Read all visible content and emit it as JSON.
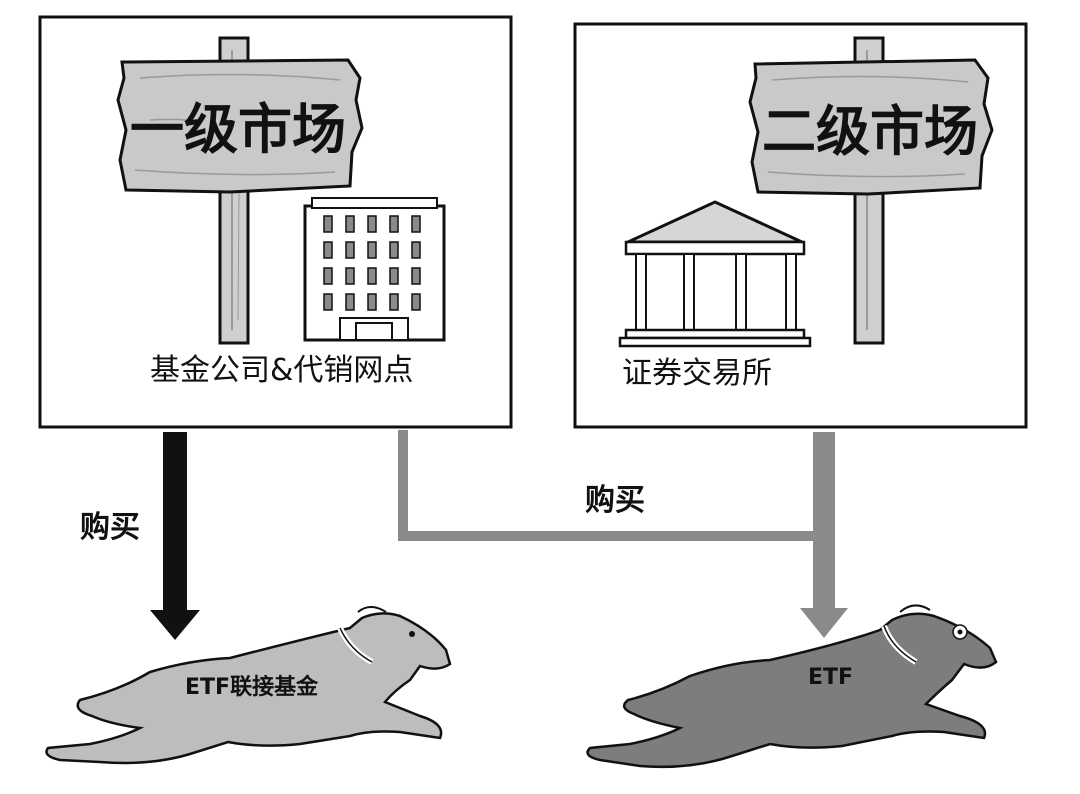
{
  "primary_market": {
    "sign_label": "一级市场",
    "caption": "基金公司&代销网点",
    "icon": "office-building-icon"
  },
  "secondary_market": {
    "sign_label": "二级市场",
    "caption": "证券交易所",
    "icon": "stock-exchange-building-icon"
  },
  "flows": {
    "left_buy_label": "购买",
    "right_buy_label": "购买"
  },
  "products": {
    "left_dog_label": "ETF联接基金",
    "right_dog_label": "ETF"
  },
  "colors": {
    "black_arrow": "#111111",
    "gray_arrow": "#8a8a8a",
    "left_dog": "#bdbdbd",
    "right_dog": "#7d7d7d",
    "sign_wood": "#c9c9c9"
  }
}
